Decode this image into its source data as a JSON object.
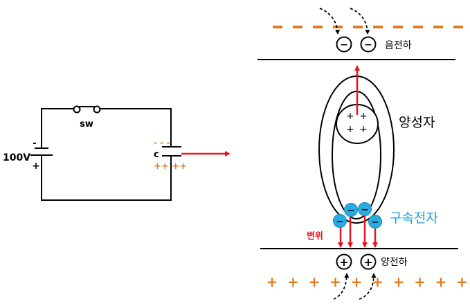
{
  "circuit": {
    "voltage_label": "100V",
    "battery_minus": "-",
    "battery_plus": "+",
    "switch_label": "sw",
    "capacitor_label": "c",
    "cap_top_charge": "- - -",
    "cap_bottom_charge": "++ ++"
  },
  "atom": {
    "negative_charge_label": "음전하",
    "positive_charge_label": "양전하",
    "nucleus_label": "양성자",
    "bound_electron_label": "구속전자",
    "displacement_label": "변위",
    "minus_symbol": "−",
    "plus_symbol": "+",
    "nucleus_signs": [
      "+",
      "+",
      "+",
      "+"
    ],
    "top_charge_row": [
      "−",
      "−",
      "−",
      "−",
      "−",
      "−",
      "−",
      "−",
      "−",
      "−"
    ],
    "bottom_charge_row": [
      "+",
      "+",
      "+",
      "+",
      "+",
      "+",
      "+",
      "+",
      "+",
      "+"
    ]
  },
  "colors": {
    "arrow_red": "#e8141c",
    "charge_orange": "#e07a1f",
    "electron_blue": "#29abe2",
    "electron_label": "#1aa0dc",
    "displacement_label": "#e8141c"
  }
}
